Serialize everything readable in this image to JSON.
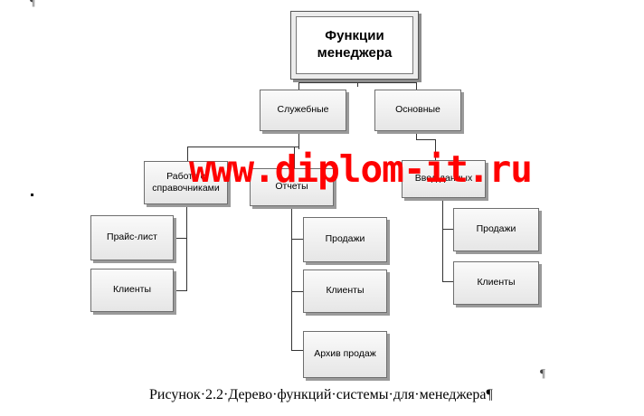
{
  "diagram": {
    "root": {
      "label": "Функции\nменеджера"
    },
    "level1": [
      {
        "label": "Служебные"
      },
      {
        "label": "Основные"
      }
    ],
    "sluzhebnye": {
      "work": {
        "label": "Работа с справочниками"
      },
      "reports": {
        "label": "Отчеты"
      }
    },
    "work_children": [
      {
        "label": "Прайс-лист"
      },
      {
        "label": "Клиенты"
      }
    ],
    "report_children": [
      {
        "label": "Продажи"
      },
      {
        "label": "Клиенты"
      },
      {
        "label": "Архив продаж"
      }
    ],
    "osnovnye": {
      "entry": {
        "label": "Ввод данных"
      }
    },
    "entry_children": [
      {
        "label": "Продажи"
      },
      {
        "label": "Клиенты"
      }
    ]
  },
  "watermark": {
    "text": "www.diplom-it.ru",
    "color": "#ff0000"
  },
  "caption": {
    "text": "Рисунок·2.2·Дерево·функций·системы·для·менеджера¶"
  },
  "marks": {
    "pilcrow": "¶"
  }
}
